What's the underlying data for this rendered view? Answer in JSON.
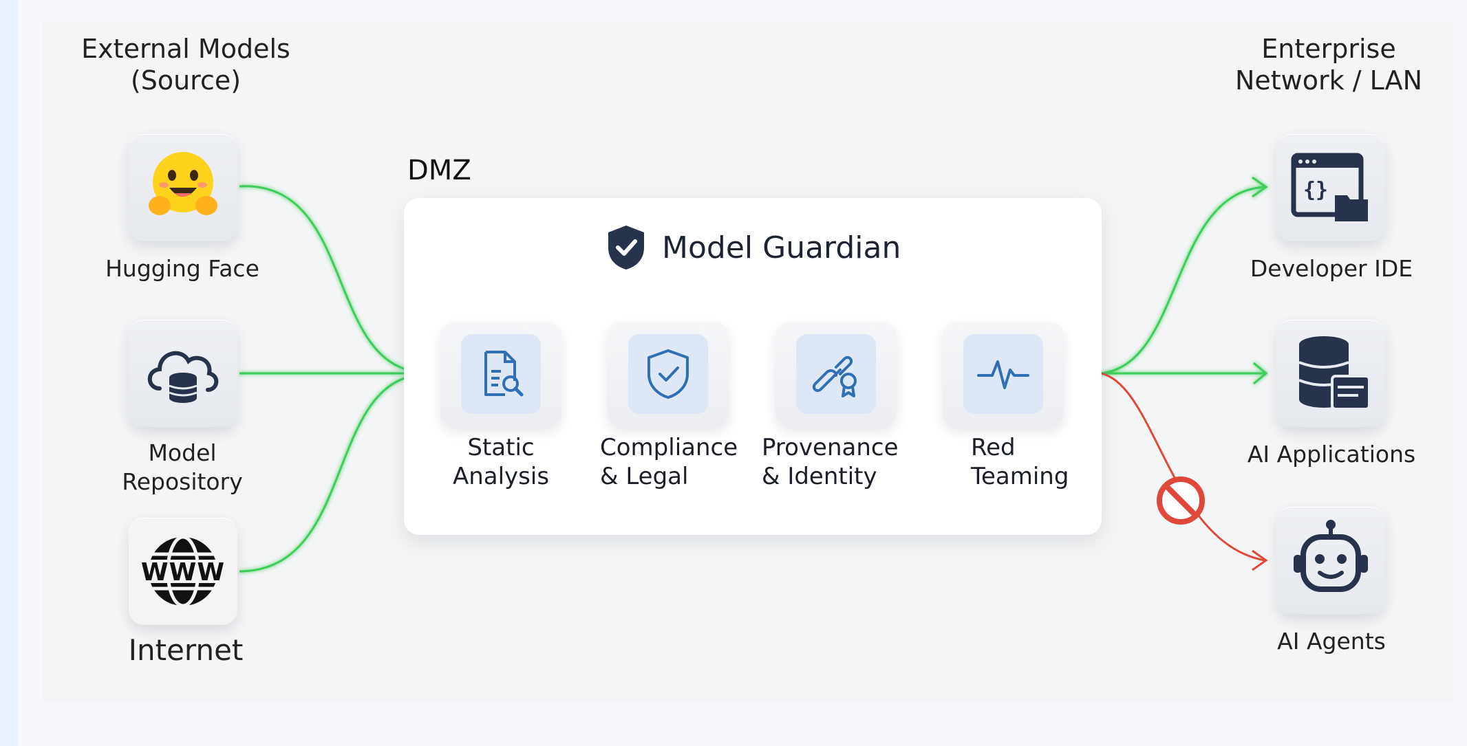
{
  "columns": {
    "source_title": "External Models\n(Source)",
    "target_title": "Enterprise\nNetwork / LAN"
  },
  "sources": [
    {
      "label": "Hugging Face",
      "icon": "hugging-face-icon"
    },
    {
      "label": "Model\nRepository",
      "icon": "cloud-database-icon"
    },
    {
      "label": "Internet",
      "icon": "www-globe-icon"
    }
  ],
  "dmz": {
    "label": "DMZ",
    "title": "Model Guardian",
    "title_icon": "shield-check-icon",
    "stages": [
      {
        "label": "Static\nAnalysis",
        "icon": "document-search-icon"
      },
      {
        "label": "Compliance\n& Legal",
        "icon": "shield-check-icon"
      },
      {
        "label": "Provenance\n& Identity",
        "icon": "link-badge-icon"
      },
      {
        "label": "Red\nTeaming",
        "icon": "pulse-icon"
      }
    ]
  },
  "destinations": [
    {
      "label": "Developer IDE",
      "icon": "code-window-icon",
      "status": "allowed"
    },
    {
      "label": "AI Applications",
      "icon": "database-app-icon",
      "status": "allowed"
    },
    {
      "label": "AI Agents",
      "icon": "robot-icon",
      "status": "blocked"
    }
  ],
  "colors": {
    "allowed_flow": "#3ccf5a",
    "blocked_flow": "#e0483a",
    "stage_icon": "#2f6fb3",
    "dark_icon": "#26334a"
  }
}
